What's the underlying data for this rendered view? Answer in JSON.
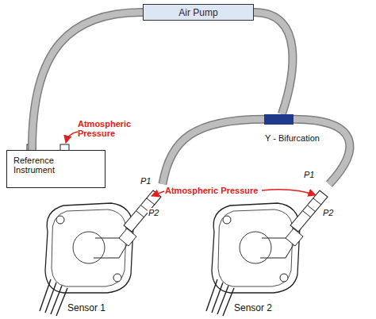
{
  "diagram": {
    "nodes": [
      {
        "text": [
          "Air Pump"
        ]
      },
      {
        "text": [
          "Reference Instrument"
        ]
      },
      {
        "text": [
          "Y - Bifurcation"
        ]
      },
      {
        "text": [
          "Sensor 1"
        ]
      },
      {
        "text": [
          "Sensor 2"
        ]
      }
    ],
    "edges": [
      {
        "from": 1,
        "to": 0,
        "arrow": "none"
      },
      {
        "from": 0,
        "to": 2,
        "arrow": "none"
      },
      {
        "from": 2,
        "to": 3,
        "arrow": "none"
      },
      {
        "from": 2,
        "to": 4,
        "arrow": "none"
      }
    ],
    "labels": [
      "Atmospheric Pressure",
      "Atmospheric Pressure",
      "P1",
      "P2",
      "P1",
      "P2"
    ]
  }
}
